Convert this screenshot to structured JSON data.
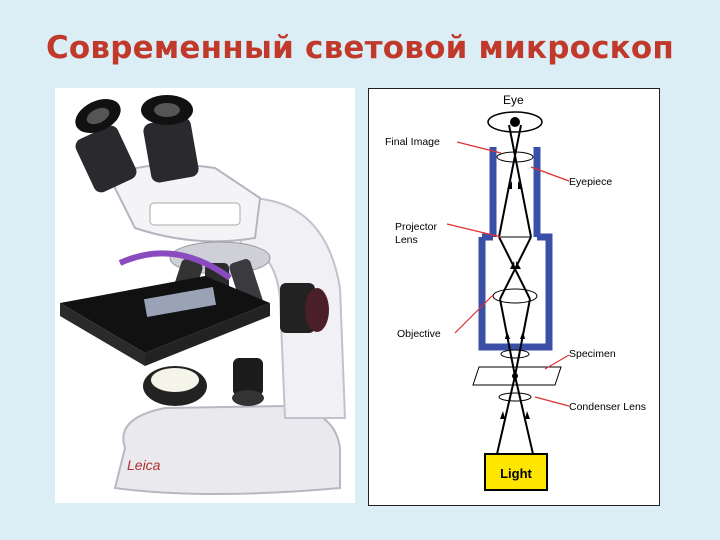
{
  "slide": {
    "title": "Современный световой микроскоп"
  },
  "photo": {
    "brand_mark": "Leica"
  },
  "diagram": {
    "labels": {
      "eye": "Eye",
      "final_image": "Final Image",
      "eyepiece": "Eyepiece",
      "projector_lens_line1": "Projector",
      "projector_lens_line2": "Lens",
      "objective": "Objective",
      "specimen": "Specimen",
      "condenser_lens": "Condenser Lens",
      "light": "Light"
    },
    "colors": {
      "tube": "#3a4fa8",
      "pointer": "#e03030",
      "light_box": "#ffe600",
      "rays": "#000000"
    }
  }
}
